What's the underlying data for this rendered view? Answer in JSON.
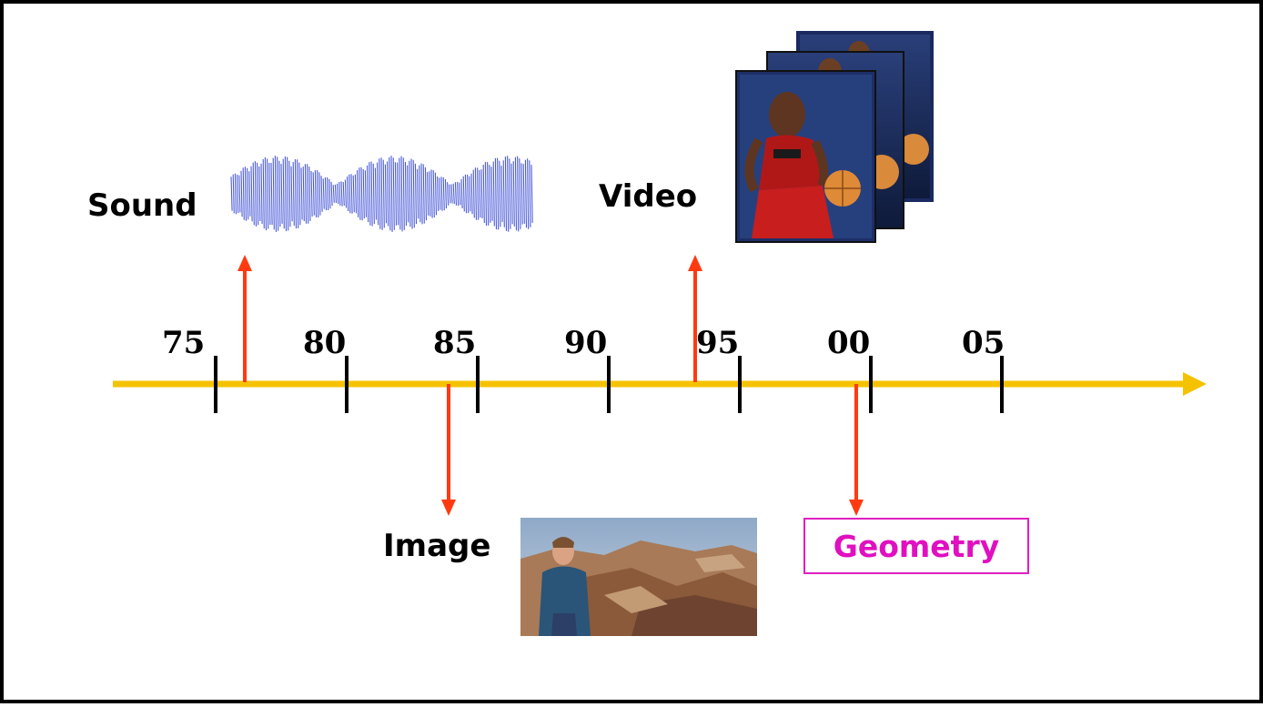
{
  "timeline": {
    "ticks": [
      "75",
      "80",
      "85",
      "90",
      "95",
      "00",
      "05"
    ]
  },
  "media": {
    "sound": "Sound",
    "video": "Video",
    "image": "Image",
    "geometry": "Geometry"
  },
  "colors": {
    "timeline_axis": "#f5c200",
    "event_arrow": "#ff3a10",
    "tick": "#000000",
    "geometry_text": "#e010c0",
    "sound_wave": "#4a5ad8"
  },
  "icons": {
    "sound": "waveform-picture",
    "video": "basketball-video-frames-picture",
    "image": "canyon-portrait-photo"
  }
}
